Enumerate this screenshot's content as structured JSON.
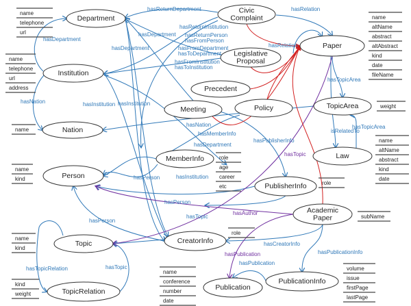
{
  "colors": {
    "blue": "#2f78b8",
    "purple": "#7030a0",
    "red": "#d21f1f",
    "outline": "#333333"
  },
  "nodes": {
    "department": [
      "Department"
    ],
    "institution": [
      "Institution"
    ],
    "nation": [
      "Nation"
    ],
    "civic_complaint": [
      "Civic",
      "Complaint"
    ],
    "paper": [
      "Paper"
    ],
    "legislative_proposal": [
      "Legislative",
      "Proposal"
    ],
    "precedent": [
      "Precedent"
    ],
    "meeting": [
      "Meeting"
    ],
    "policy": [
      "Policy"
    ],
    "topic_area": [
      "TopicArea"
    ],
    "law": [
      "Law"
    ],
    "member_info": [
      "MemberInfo"
    ],
    "publisher_info": [
      "PublisherInfo"
    ],
    "academic_paper": [
      "Academic",
      "Paper"
    ],
    "creator_info": [
      "CreatorInfo"
    ],
    "person": [
      "Person"
    ],
    "topic": [
      "Topic"
    ],
    "topic_relation": [
      "TopicRelation"
    ],
    "publication": [
      "Publication"
    ],
    "publication_info": [
      "PublicationInfo"
    ]
  },
  "attributes": {
    "department": [
      "name",
      "telephone",
      "url"
    ],
    "institution": [
      "name",
      "telephone",
      "url",
      "address"
    ],
    "nation": [
      "name"
    ],
    "paper": [
      "name",
      "altName",
      "abstract",
      "altAbstract",
      "kind",
      "date",
      "fileName"
    ],
    "topic_area": [
      "weight"
    ],
    "law": [
      "name",
      "altName",
      "abstract",
      "kind",
      "date"
    ],
    "member_info": [
      "role",
      "age",
      "career",
      "etc"
    ],
    "publisher_info": [
      "role"
    ],
    "academic_paper": [
      "subName"
    ],
    "person": [
      "name",
      "kind"
    ],
    "topic": [
      "name",
      "kind"
    ],
    "topic_relation": [
      "kind",
      "weight"
    ],
    "creator_info": [
      "role"
    ],
    "publication": [
      "name",
      "conference",
      "number",
      "date"
    ],
    "publication_info": [
      "volume",
      "issue",
      "firstPage",
      "lastPage"
    ]
  },
  "edge_labels": [
    "hasReturnDepartment",
    "hasRelation",
    "hasDepartment",
    "hasDepartment",
    "hasDepartment",
    "hasReturnInstitution",
    "hasReturnPerson",
    "hasFromPerson",
    "hasFromDepartment",
    "hasToDepartment",
    "hasFromInstitution",
    "hasToInstitution",
    "hasRelation",
    "hasNation",
    "hasInstitution",
    "hasInstitution",
    "hasTopicArea",
    "hasNation",
    "hasMemberInfo",
    "hasDepartment",
    "hasPublisherInfo",
    "isRelatedTo",
    "hasTopicArea",
    "hasTopic",
    "hasPerson",
    "hasInstitution",
    "hasPerson",
    "hasAuthor",
    "hasTopic",
    "hasPerson",
    "hasCreatorInfo",
    "hasPublication",
    "hasPublication",
    "hasPublicationInfo",
    "hasTopicRelation",
    "hasTopic"
  ]
}
